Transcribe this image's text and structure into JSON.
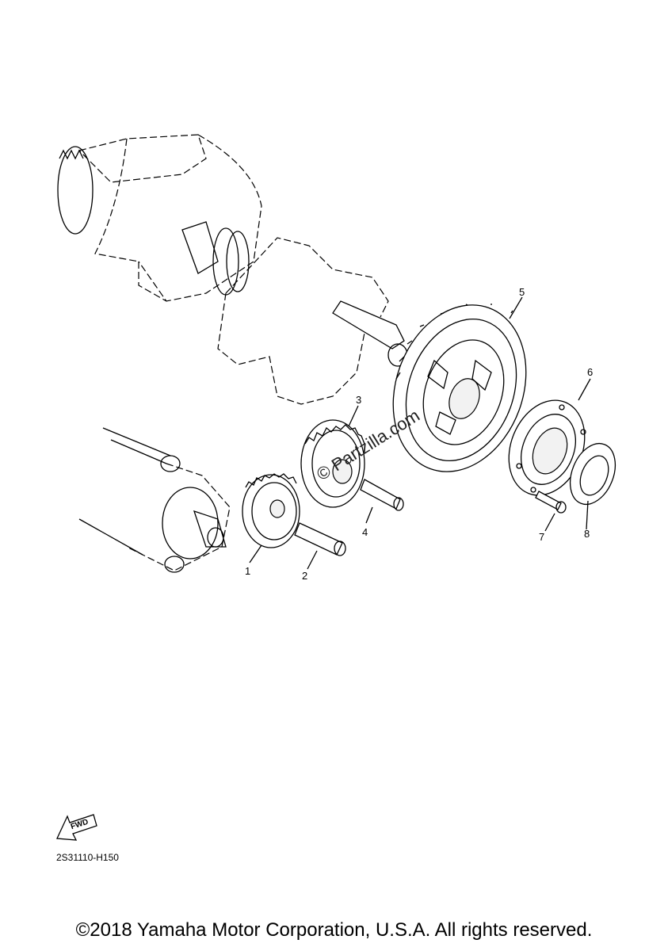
{
  "diagram": {
    "callouts": [
      "1",
      "2",
      "3",
      "4",
      "5",
      "6",
      "7",
      "8"
    ],
    "direction_label": "FWD",
    "figure_code": "2S31110-H150",
    "watermark": "© Partzilla.com"
  },
  "footer": {
    "copyright": "©2018 Yamaha Motor Corporation, U.S.A. All rights reserved."
  }
}
